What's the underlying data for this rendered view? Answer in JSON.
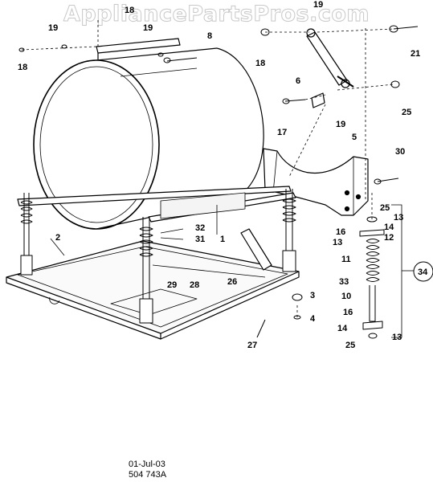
{
  "watermark": "AppliancePartsPros.com",
  "callouts": {
    "c18_top": "18",
    "c19_top_left": "19",
    "c19_top_mid": "19",
    "c8": "8",
    "c18_left": "18",
    "c19_top_right": "19",
    "c18_right": "18",
    "c21": "21",
    "c6": "6",
    "c25_right": "25",
    "c17": "17",
    "c19_mid_right": "19",
    "c5": "5",
    "c30": "30",
    "c25_spring_top": "25",
    "c13_spring_top": "13",
    "c16_spring_top": "16",
    "c14_spring_top": "14",
    "c13_spring_mid": "13",
    "c12": "12",
    "c11": "11",
    "c33": "33",
    "c10": "10",
    "c16_spring_bottom": "16",
    "c14_spring_bottom": "14",
    "c13_spring_bottom": "13",
    "c25_spring_bottom": "25",
    "c34": "34",
    "c32": "32",
    "c31": "31",
    "c1": "1",
    "c2": "2",
    "c29": "29",
    "c28": "28",
    "c26": "26",
    "c3": "3",
    "c4": "4",
    "c27": "27"
  },
  "footer": {
    "date": "01-Jul-03",
    "code": "504 743A"
  }
}
